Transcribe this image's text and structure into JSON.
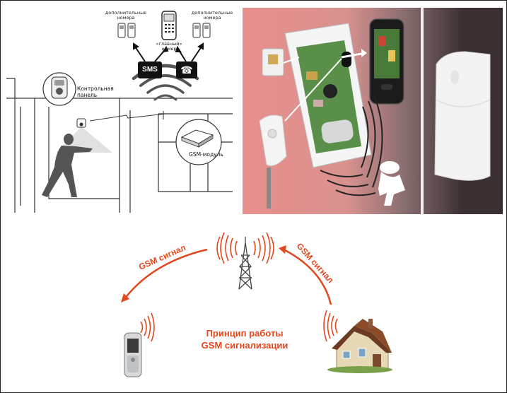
{
  "left_panel": {
    "extra_numbers_left": "дополнительные номера",
    "extra_numbers_right": "дополнительные номера",
    "main_number": "«главный» номер",
    "sms_label": "SMS",
    "control_panel": "Контрольная панель",
    "gsm_module": "GSM-модуль"
  },
  "bottom": {
    "signal_left": "GSM сигнал",
    "signal_right": "GSM сигнал",
    "title_line1": "Принцип работы",
    "title_line2": "GSM сигнализации"
  },
  "colors": {
    "accent_red": "#e2471e",
    "photo_bg_pink": "#e88f8b",
    "photo_bg_dark": "#3a2f31"
  }
}
